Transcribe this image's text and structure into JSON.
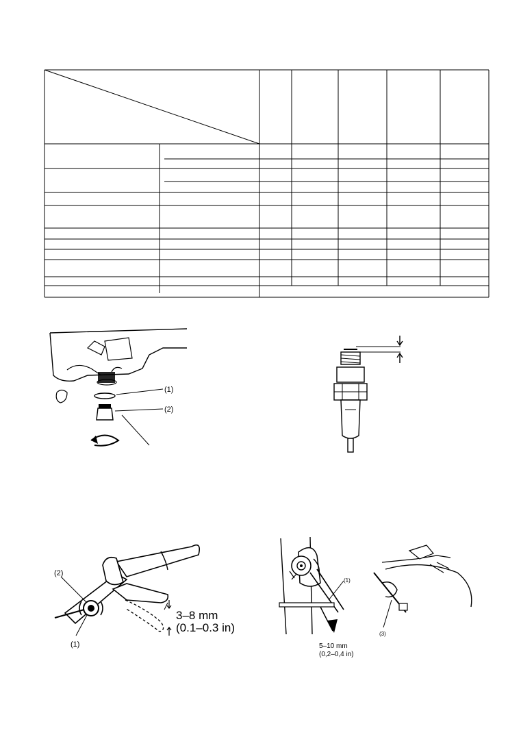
{
  "page": {
    "background": "#ffffff",
    "ink": "#000000"
  },
  "figures": {
    "oil_drain_plug": {
      "callouts": [
        "(1)",
        "(2)"
      ]
    },
    "spark_plug_gap": {
      "callouts": []
    },
    "front_brake_lever": {
      "callouts": [
        "(2)",
        "(1)"
      ],
      "play_line1": "3–8 mm",
      "play_line2": "(0.1–0.3 in)"
    },
    "rear_brake_pedal": {
      "callouts": [
        "(1)",
        "(3)"
      ],
      "play_line1": "5–10 mm",
      "play_line2": "(0,2–0,4 in)"
    }
  }
}
